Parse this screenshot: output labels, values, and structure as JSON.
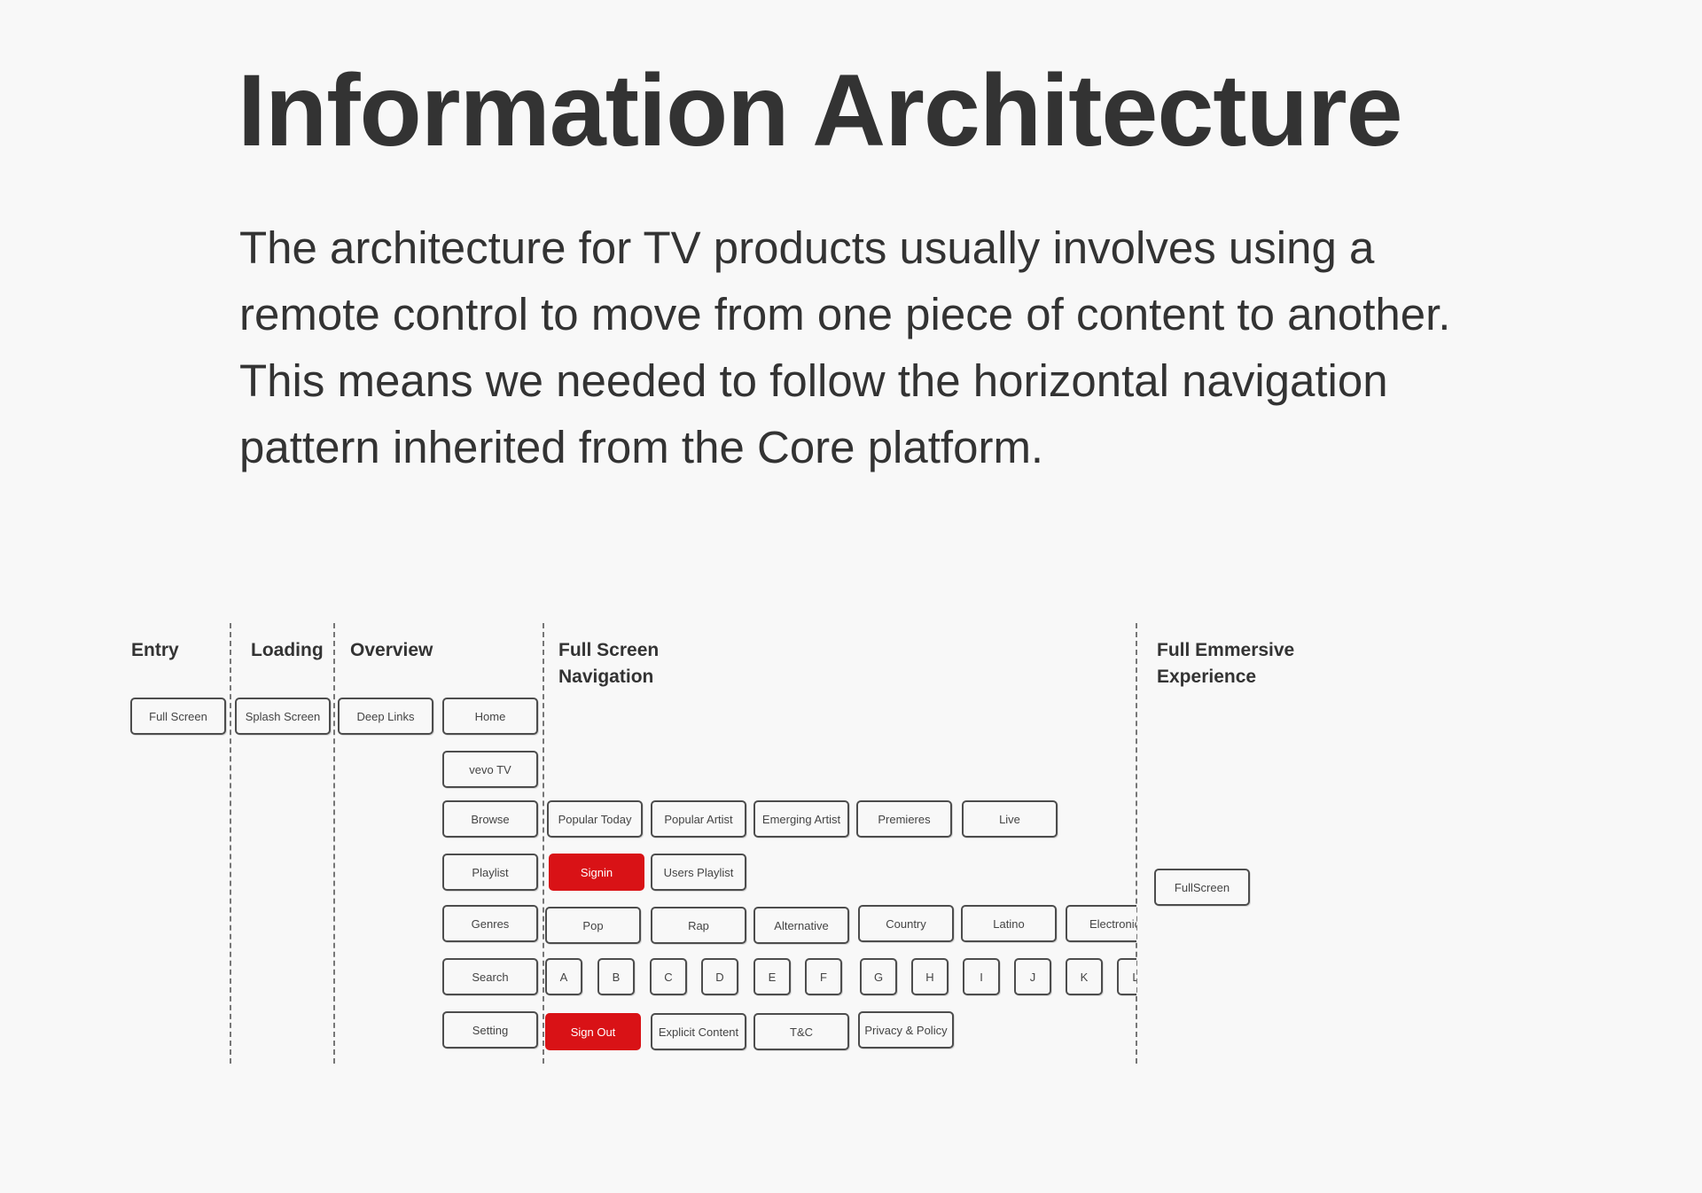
{
  "title": "Information Architecture",
  "intro": "The architecture for TV products usually involves using a remote control to move from one piece of content to another. This means we needed to follow the horizontal navigation pattern inherited from the Core platform.",
  "columns": {
    "entry": "Entry",
    "loading": "Loading",
    "overview": "Overview",
    "full_screen_navigation": "Full Screen Navigation",
    "full_emmersive_experience": "Full Emmersive Experience"
  },
  "entry": {
    "full_screen": "Full Screen"
  },
  "loading": {
    "splash_screen": "Splash Screen"
  },
  "overview": {
    "deep_links": "Deep Links",
    "menu": [
      "Home",
      "vevo TV",
      "Browse",
      "Playlist",
      "Genres",
      "Search",
      "Setting"
    ]
  },
  "navigation": {
    "browse": [
      "Popular Today",
      "Popular Artist",
      "Emerging Artist",
      "Premieres",
      "Live"
    ],
    "playlist": [
      "Signin",
      "Users Playlist"
    ],
    "genres": [
      "Pop",
      "Rap",
      "Alternative",
      "Country",
      "Latino",
      "Electronic"
    ],
    "search": [
      "A",
      "B",
      "C",
      "D",
      "E",
      "F",
      "G",
      "H",
      "I",
      "J",
      "K",
      "L"
    ],
    "setting": [
      "Sign Out",
      "Explicit Content",
      "T&C",
      "Privacy & Policy"
    ]
  },
  "immersive": {
    "full_screen": "FullScreen"
  },
  "colors": {
    "highlight": "#d91216",
    "text": "#333333",
    "background": "#f8f8f8"
  }
}
